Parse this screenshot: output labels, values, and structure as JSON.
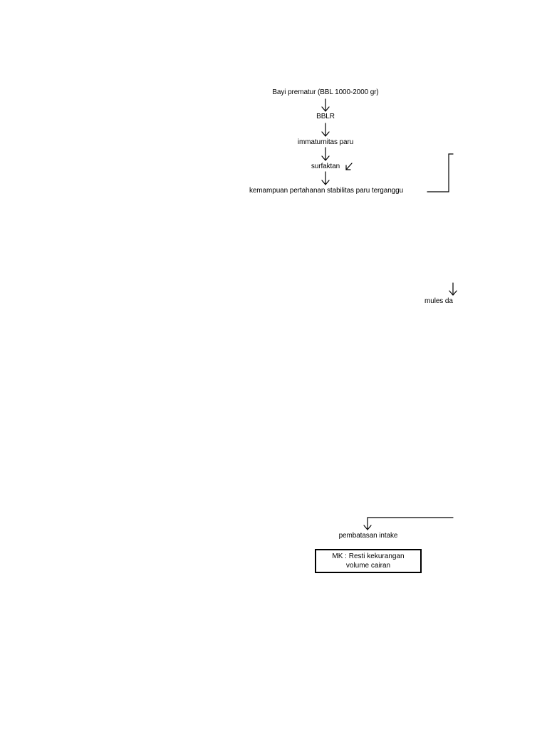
{
  "nodes": {
    "bayi_prematur": "Bayi prematur (BBL 1000-2000 gr)",
    "bblr": "BBLR",
    "immaturnitas": "immaturnitas paru",
    "surfaktan": "surfaktan",
    "kemampuan": "kemampuan pertahanan stabilitas paru terganggu",
    "mules": "mules da",
    "pembatasan": "pembatasan intake",
    "mk_box": "MK : Resti kekurangan volume cairan"
  },
  "colors": {
    "line": "#000000",
    "background": "#ffffff"
  }
}
